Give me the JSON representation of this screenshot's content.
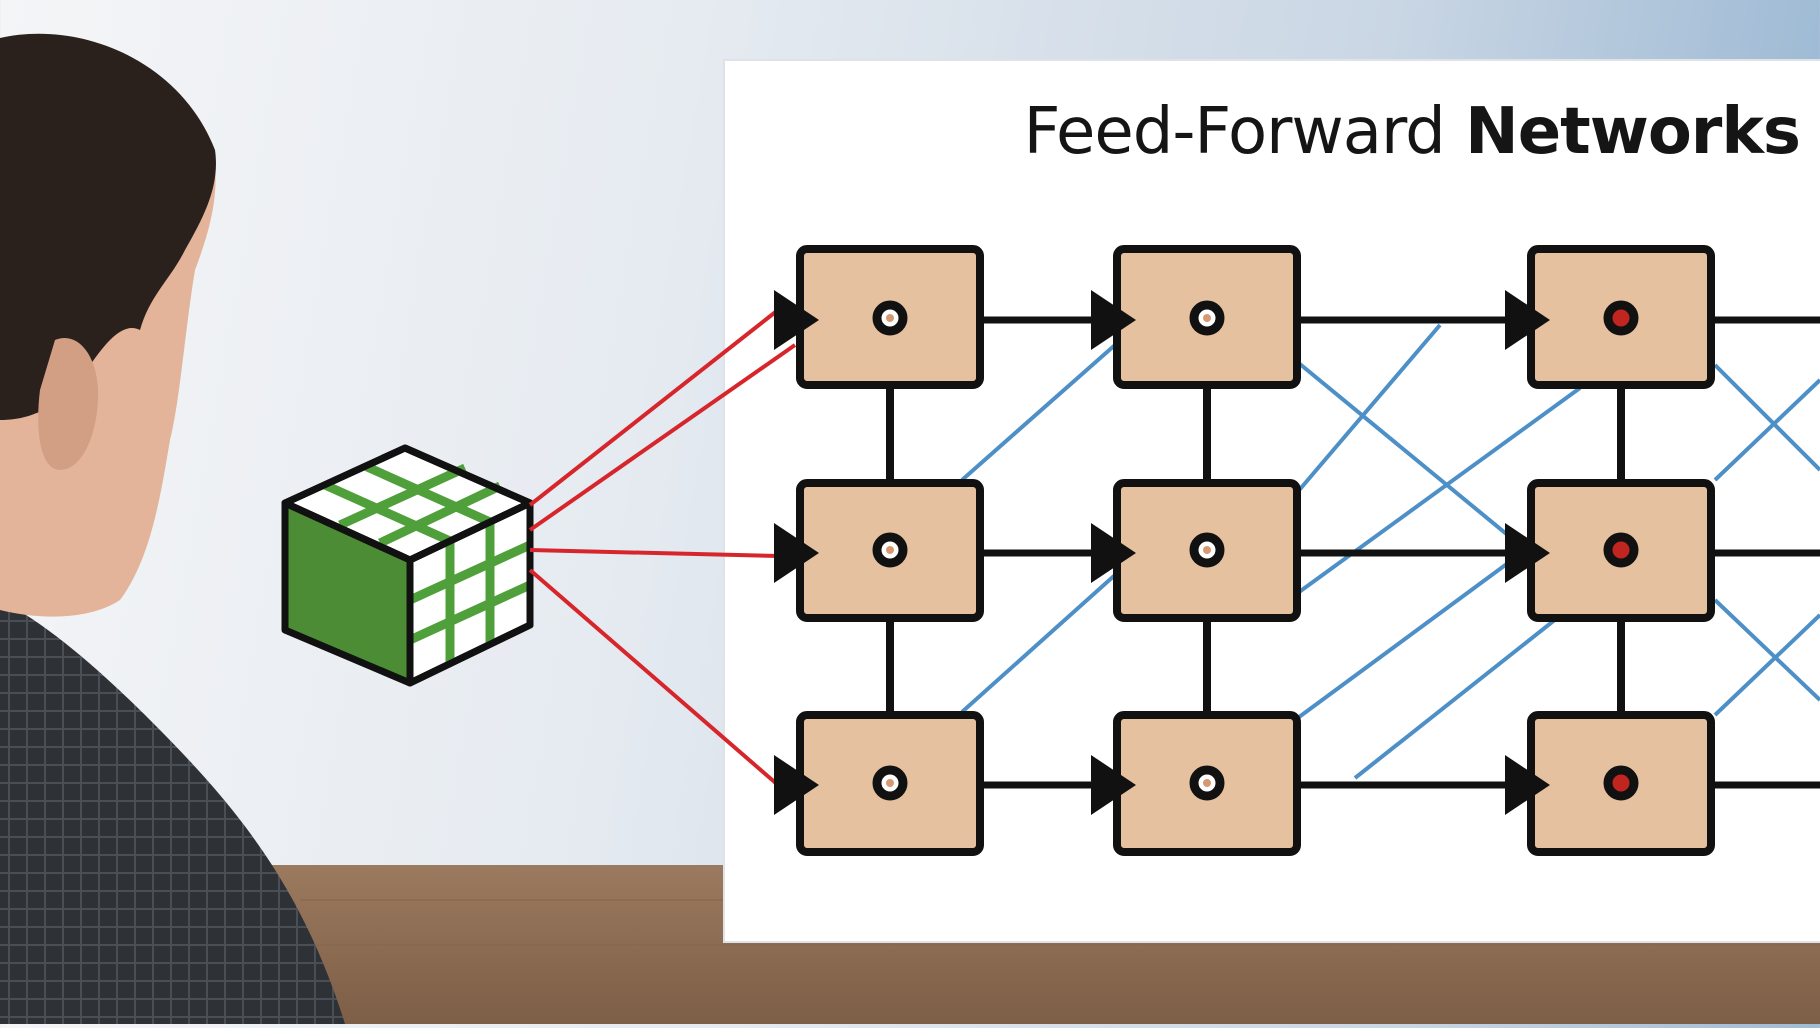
{
  "diagram": {
    "title_regular": "Feed-Forward",
    "title_bold": "Networks",
    "colors": {
      "node_fill": "#e6c19f",
      "node_stroke": "#111111",
      "input_edge": "#d7262b",
      "cross_edge": "#4d8fc7",
      "layer3_dot": "#c0251f",
      "cube_green": "#4b8c35",
      "board": "#ffffff",
      "table": "#8f6f55"
    },
    "layers": 3,
    "nodes_per_layer": 3,
    "icons": [
      "input-cube-icon",
      "node-dot-icon",
      "arrowhead-icon"
    ]
  }
}
